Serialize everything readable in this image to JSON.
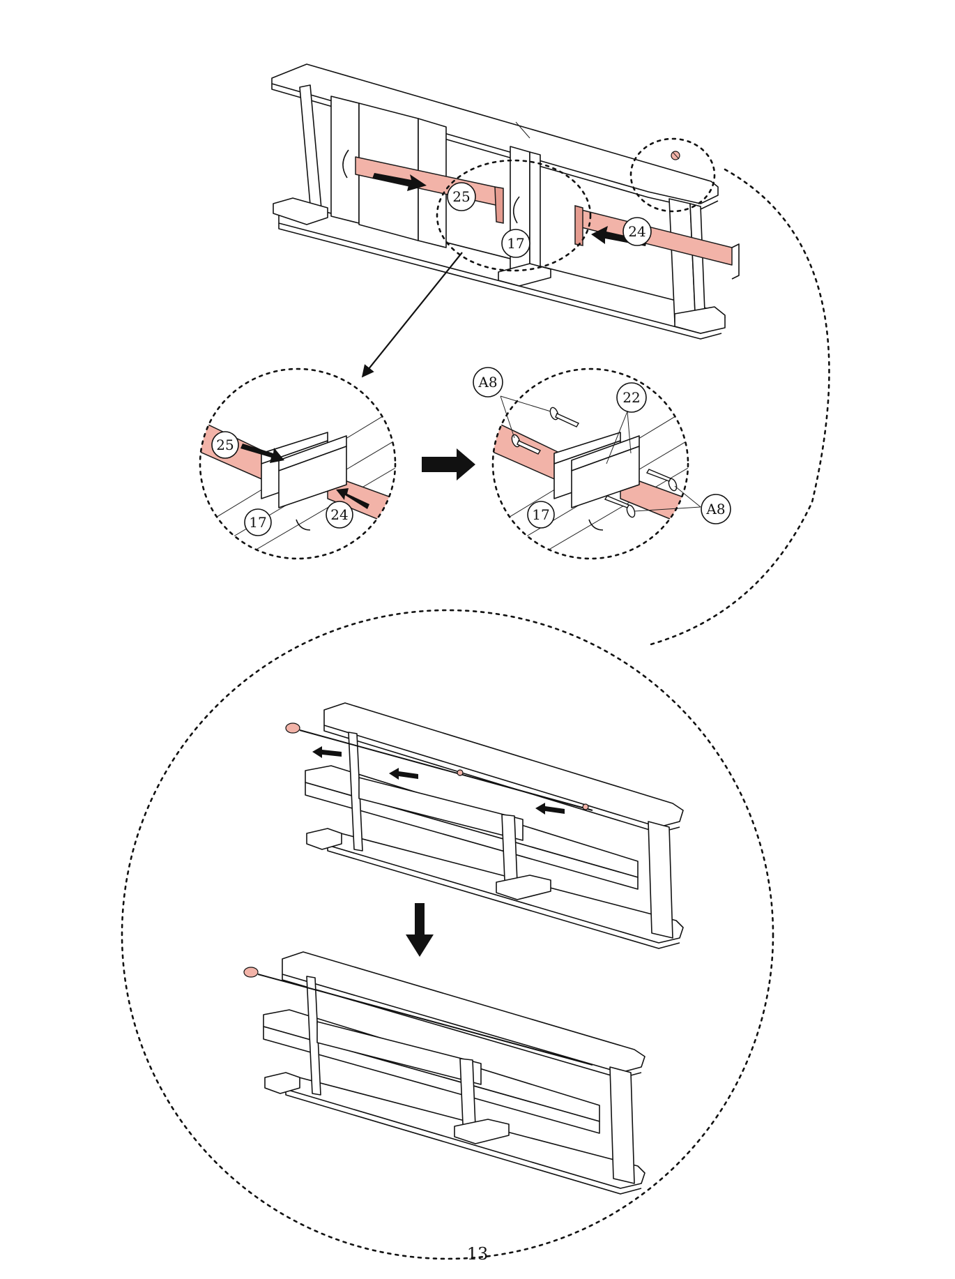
{
  "callouts": {
    "part_25": "25",
    "part_24": "24",
    "part_17": "17",
    "part_22": "22",
    "part_a8": "A8"
  },
  "page_number": "13",
  "colors": {
    "highlight": "#f2b3a8",
    "line": "#111111",
    "background": "#ffffff"
  },
  "icons": {
    "step_arrow": "arrow-right-icon",
    "down_arrow": "arrow-down-icon",
    "push_arrow": "push-arrow-icon"
  }
}
